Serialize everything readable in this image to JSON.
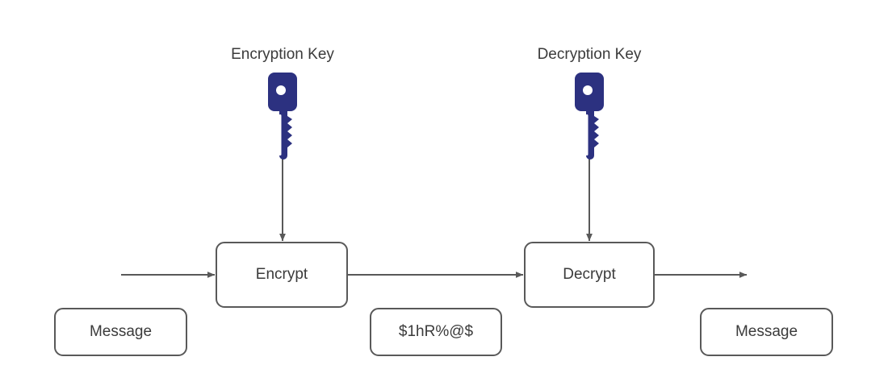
{
  "diagram": {
    "title": "Symmetric / asymmetric encryption flow diagram",
    "background_color": "#ffffff",
    "stroke_color": "#595959",
    "text_color": "#3b3b3b",
    "key_color": "#2c3180"
  },
  "captions": [
    {
      "id": "encryption-key",
      "label": "Encryption Key"
    },
    {
      "id": "decryption-key",
      "label": "Decryption Key"
    }
  ],
  "keys": [
    {
      "id": "encryption-key-icon",
      "name": "key-icon",
      "color": "#2c3180"
    },
    {
      "id": "decryption-key-icon",
      "name": "key-icon",
      "color": "#2c3180"
    }
  ],
  "process_nodes": [
    {
      "id": "encrypt",
      "label": "Encrypt"
    },
    {
      "id": "decrypt",
      "label": "Decrypt"
    }
  ],
  "data_nodes": [
    {
      "id": "plaintext-in",
      "label": "Message"
    },
    {
      "id": "ciphertext",
      "label": "$1hR%@$"
    },
    {
      "id": "plaintext-out",
      "label": "Message"
    }
  ],
  "connectors": [
    {
      "id": "input-to-encrypt",
      "from": "message-in",
      "to": "encrypt",
      "direction": "right"
    },
    {
      "id": "encryption-key-to-encrypt",
      "from": "encryption-key",
      "to": "encrypt",
      "direction": "down"
    },
    {
      "id": "encrypt-to-decrypt",
      "from": "encrypt",
      "to": "decrypt",
      "direction": "right"
    },
    {
      "id": "decryption-key-to-decrypt",
      "from": "decryption-key",
      "to": "decrypt",
      "direction": "down"
    },
    {
      "id": "decrypt-to-output",
      "from": "decrypt",
      "to": "message-out",
      "direction": "right"
    }
  ]
}
